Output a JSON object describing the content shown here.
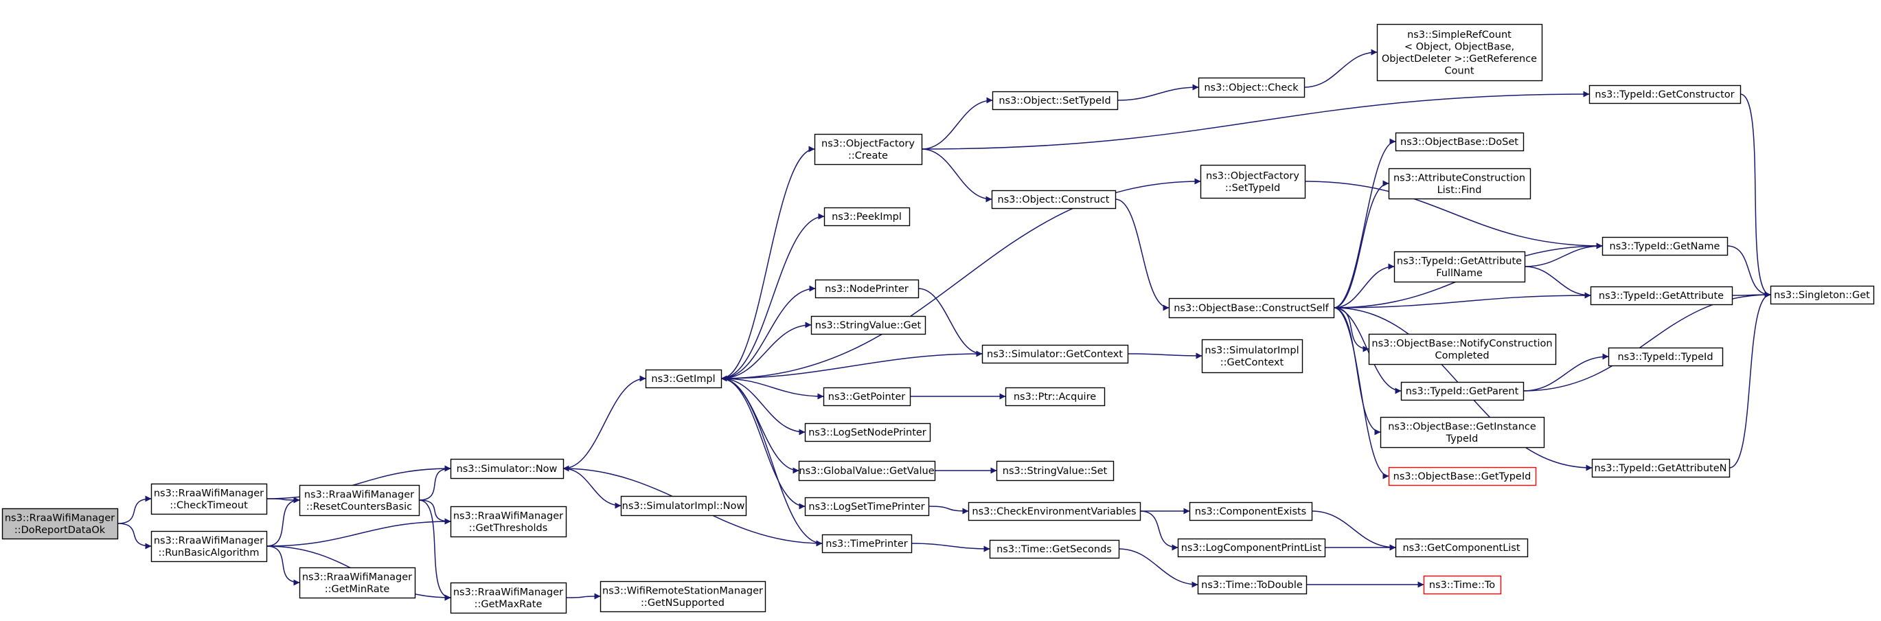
{
  "colors": {
    "edge": "#191970",
    "node_border": "#000000",
    "node_fill": "#ffffff",
    "root_fill": "#bfbfbf",
    "truncated_border": "#ff0000"
  },
  "nodes": [
    {
      "id": "doreport",
      "lines": [
        "ns3::RraaWifiManager",
        "::DoReportDataOk"
      ],
      "style": "root"
    },
    {
      "id": "checktimeout",
      "lines": [
        "ns3::RraaWifiManager",
        "::CheckTimeout"
      ]
    },
    {
      "id": "runbasic",
      "lines": [
        "ns3::RraaWifiManager",
        "::RunBasicAlgorithm"
      ]
    },
    {
      "id": "resetcounters",
      "lines": [
        "ns3::RraaWifiManager",
        "::ResetCountersBasic"
      ]
    },
    {
      "id": "getminrate",
      "lines": [
        "ns3::RraaWifiManager",
        "::GetMinRate"
      ]
    },
    {
      "id": "simnow",
      "lines": [
        "ns3::Simulator::Now"
      ]
    },
    {
      "id": "getthresholds",
      "lines": [
        "ns3::RraaWifiManager",
        "::GetThresholds"
      ]
    },
    {
      "id": "getmaxrate",
      "lines": [
        "ns3::RraaWifiManager",
        "::GetMaxRate"
      ]
    },
    {
      "id": "getnsupported",
      "lines": [
        "ns3::WifiRemoteStationManager",
        "::GetNSupported"
      ]
    },
    {
      "id": "simimplnow",
      "lines": [
        "ns3::SimulatorImpl::Now"
      ]
    },
    {
      "id": "getimpl",
      "lines": [
        "ns3::GetImpl"
      ]
    },
    {
      "id": "objfactorycreate",
      "lines": [
        "ns3::ObjectFactory",
        "::Create"
      ]
    },
    {
      "id": "peekimpl",
      "lines": [
        "ns3::PeekImpl"
      ]
    },
    {
      "id": "nodeprinter",
      "lines": [
        "ns3::NodePrinter"
      ]
    },
    {
      "id": "stringvalueget",
      "lines": [
        "ns3::StringValue::Get"
      ]
    },
    {
      "id": "getpointer",
      "lines": [
        "ns3::GetPointer"
      ]
    },
    {
      "id": "logsetnodeprinter",
      "lines": [
        "ns3::LogSetNodePrinter"
      ]
    },
    {
      "id": "globalvaluegetvalue",
      "lines": [
        "ns3::GlobalValue::GetValue"
      ]
    },
    {
      "id": "logsettimeprinter",
      "lines": [
        "ns3::LogSetTimePrinter"
      ]
    },
    {
      "id": "timeprinter",
      "lines": [
        "ns3::TimePrinter"
      ]
    },
    {
      "id": "objsettypeid",
      "lines": [
        "ns3::Object::SetTypeId"
      ]
    },
    {
      "id": "objconstruct",
      "lines": [
        "ns3::Object::Construct"
      ]
    },
    {
      "id": "simgetcontext",
      "lines": [
        "ns3::Simulator::GetContext"
      ]
    },
    {
      "id": "ptracquire",
      "lines": [
        "ns3::Ptr::Acquire"
      ]
    },
    {
      "id": "stringvalueset",
      "lines": [
        "ns3::StringValue::Set"
      ]
    },
    {
      "id": "checkenv",
      "lines": [
        "ns3::CheckEnvironmentVariables"
      ]
    },
    {
      "id": "timegetseconds",
      "lines": [
        "ns3::Time::GetSeconds"
      ]
    },
    {
      "id": "objcheck",
      "lines": [
        "ns3::Object::Check"
      ]
    },
    {
      "id": "objfactorysettypeid",
      "lines": [
        "ns3::ObjectFactory",
        "::SetTypeId"
      ]
    },
    {
      "id": "objbaseconstructself",
      "lines": [
        "ns3::ObjectBase::ConstructSelf"
      ]
    },
    {
      "id": "simimplgetcontext",
      "lines": [
        "ns3::SimulatorImpl",
        "::GetContext"
      ]
    },
    {
      "id": "componentexists",
      "lines": [
        "ns3::ComponentExists"
      ]
    },
    {
      "id": "logcomponentprintlist",
      "lines": [
        "ns3::LogComponentPrintList"
      ]
    },
    {
      "id": "timetodouble",
      "lines": [
        "ns3::Time::ToDouble"
      ]
    },
    {
      "id": "simplerefcount",
      "lines": [
        "ns3::SimpleRefCount",
        "< Object, ObjectBase,",
        " ObjectDeleter >::GetReference",
        "Count"
      ]
    },
    {
      "id": "objbasedoset",
      "lines": [
        "ns3::ObjectBase::DoSet"
      ]
    },
    {
      "id": "attrconstructionfind",
      "lines": [
        "ns3::AttributeConstruction",
        "List::Find"
      ]
    },
    {
      "id": "typeidgetattrfullname",
      "lines": [
        "ns3::TypeId::GetAttribute",
        "FullName"
      ]
    },
    {
      "id": "objbasenotify",
      "lines": [
        "ns3::ObjectBase::NotifyConstruction",
        "Completed"
      ]
    },
    {
      "id": "typeidgetparent",
      "lines": [
        "ns3::TypeId::GetParent"
      ]
    },
    {
      "id": "objbasegetinstancetypeid",
      "lines": [
        "ns3::ObjectBase::GetInstance",
        "TypeId"
      ]
    },
    {
      "id": "objbasegettypeid",
      "lines": [
        "ns3::ObjectBase::GetTypeId"
      ],
      "style": "truncated"
    },
    {
      "id": "getcomponentlist",
      "lines": [
        "ns3::GetComponentList"
      ]
    },
    {
      "id": "timeto",
      "lines": [
        "ns3::Time::To"
      ],
      "style": "truncated"
    },
    {
      "id": "typeidgetconstructor",
      "lines": [
        "ns3::TypeId::GetConstructor"
      ]
    },
    {
      "id": "typeidgetname",
      "lines": [
        "ns3::TypeId::GetName"
      ]
    },
    {
      "id": "typeidgetattribute",
      "lines": [
        "ns3::TypeId::GetAttribute"
      ]
    },
    {
      "id": "typeidtypeid",
      "lines": [
        "ns3::TypeId::TypeId"
      ]
    },
    {
      "id": "typeidgetattributen",
      "lines": [
        "ns3::TypeId::GetAttributeN"
      ]
    },
    {
      "id": "singletonget",
      "lines": [
        "ns3::Singleton::Get"
      ]
    }
  ],
  "edges": [
    [
      "doreport",
      "checktimeout"
    ],
    [
      "doreport",
      "runbasic"
    ],
    [
      "checktimeout",
      "simnow"
    ],
    [
      "checktimeout",
      "resetcounters"
    ],
    [
      "runbasic",
      "resetcounters"
    ],
    [
      "runbasic",
      "getthresholds"
    ],
    [
      "runbasic",
      "getminrate"
    ],
    [
      "runbasic",
      "getmaxrate"
    ],
    [
      "resetcounters",
      "simnow"
    ],
    [
      "resetcounters",
      "getthresholds"
    ],
    [
      "resetcounters",
      "getmaxrate"
    ],
    [
      "simnow",
      "getimpl"
    ],
    [
      "simnow",
      "simimplnow"
    ],
    [
      "getmaxrate",
      "getnsupported"
    ],
    [
      "getimpl",
      "objfactorycreate"
    ],
    [
      "getimpl",
      "peekimpl"
    ],
    [
      "getimpl",
      "nodeprinter"
    ],
    [
      "getimpl",
      "stringvalueget"
    ],
    [
      "getimpl",
      "getpointer"
    ],
    [
      "getimpl",
      "logsetnodeprinter"
    ],
    [
      "getimpl",
      "globalvaluegetvalue"
    ],
    [
      "getimpl",
      "logsettimeprinter"
    ],
    [
      "getimpl",
      "timeprinter"
    ],
    [
      "getimpl",
      "objfactorysettypeid"
    ],
    [
      "objfactorycreate",
      "objsettypeid"
    ],
    [
      "objfactorycreate",
      "objconstruct"
    ],
    [
      "objfactorycreate",
      "typeidgetconstructor"
    ],
    [
      "objsettypeid",
      "objcheck"
    ],
    [
      "objcheck",
      "simplerefcount"
    ],
    [
      "objconstruct",
      "objbaseconstructself"
    ],
    [
      "nodeprinter",
      "simgetcontext"
    ],
    [
      "simgetcontext",
      "getimpl"
    ],
    [
      "simgetcontext",
      "simimplgetcontext"
    ],
    [
      "getpointer",
      "ptracquire"
    ],
    [
      "globalvaluegetvalue",
      "stringvalueset"
    ],
    [
      "logsettimeprinter",
      "checkenv"
    ],
    [
      "timeprinter",
      "simnow"
    ],
    [
      "timeprinter",
      "timegetseconds"
    ],
    [
      "checkenv",
      "componentexists"
    ],
    [
      "checkenv",
      "logcomponentprintlist"
    ],
    [
      "componentexists",
      "getcomponentlist"
    ],
    [
      "logcomponentprintlist",
      "getcomponentlist"
    ],
    [
      "timegetseconds",
      "timetodouble"
    ],
    [
      "timetodouble",
      "timeto"
    ],
    [
      "objfactorysettypeid",
      "typeidgetname"
    ],
    [
      "objbaseconstructself",
      "objbasedoset"
    ],
    [
      "objbaseconstructself",
      "attrconstructionfind"
    ],
    [
      "objbaseconstructself",
      "typeidgetname"
    ],
    [
      "objbaseconstructself",
      "typeidgetattrfullname"
    ],
    [
      "objbaseconstructself",
      "typeidgetattribute"
    ],
    [
      "objbaseconstructself",
      "objbasenotify"
    ],
    [
      "objbaseconstructself",
      "typeidgetparent"
    ],
    [
      "objbaseconstructself",
      "objbasegetinstancetypeid"
    ],
    [
      "objbaseconstructself",
      "objbasegettypeid"
    ],
    [
      "objbaseconstructself",
      "typeidgetattributen"
    ],
    [
      "typeidgetattrfullname",
      "typeidgetname"
    ],
    [
      "typeidgetattrfullname",
      "typeidgetattribute"
    ],
    [
      "typeidgetparent",
      "typeidtypeid"
    ],
    [
      "typeidgetparent",
      "singletonget"
    ],
    [
      "typeidgetconstructor",
      "singletonget"
    ],
    [
      "typeidgetname",
      "singletonget"
    ],
    [
      "typeidgetattribute",
      "singletonget"
    ],
    [
      "typeidgetattributen",
      "singletonget"
    ]
  ]
}
